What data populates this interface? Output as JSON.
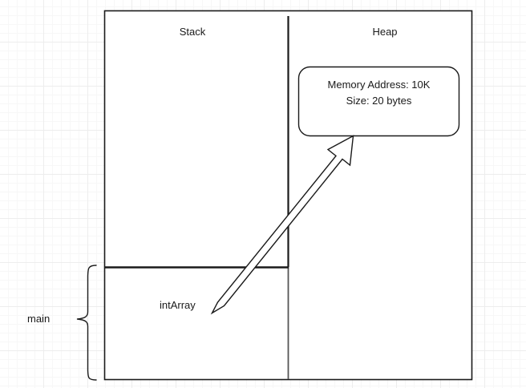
{
  "diagram": {
    "title_stack": "Stack",
    "title_heap": "Heap",
    "callout": {
      "line1": "Memory Address: 10K",
      "line2": "Size: 20 bytes"
    },
    "variable_label": "intArray",
    "scope_label": "main",
    "colors": {
      "stroke": "#1a1a1a",
      "divider": "#555555",
      "background": "#ffffff",
      "grid_fine": "#f7f7f7",
      "grid_coarse": "#ededed"
    }
  }
}
